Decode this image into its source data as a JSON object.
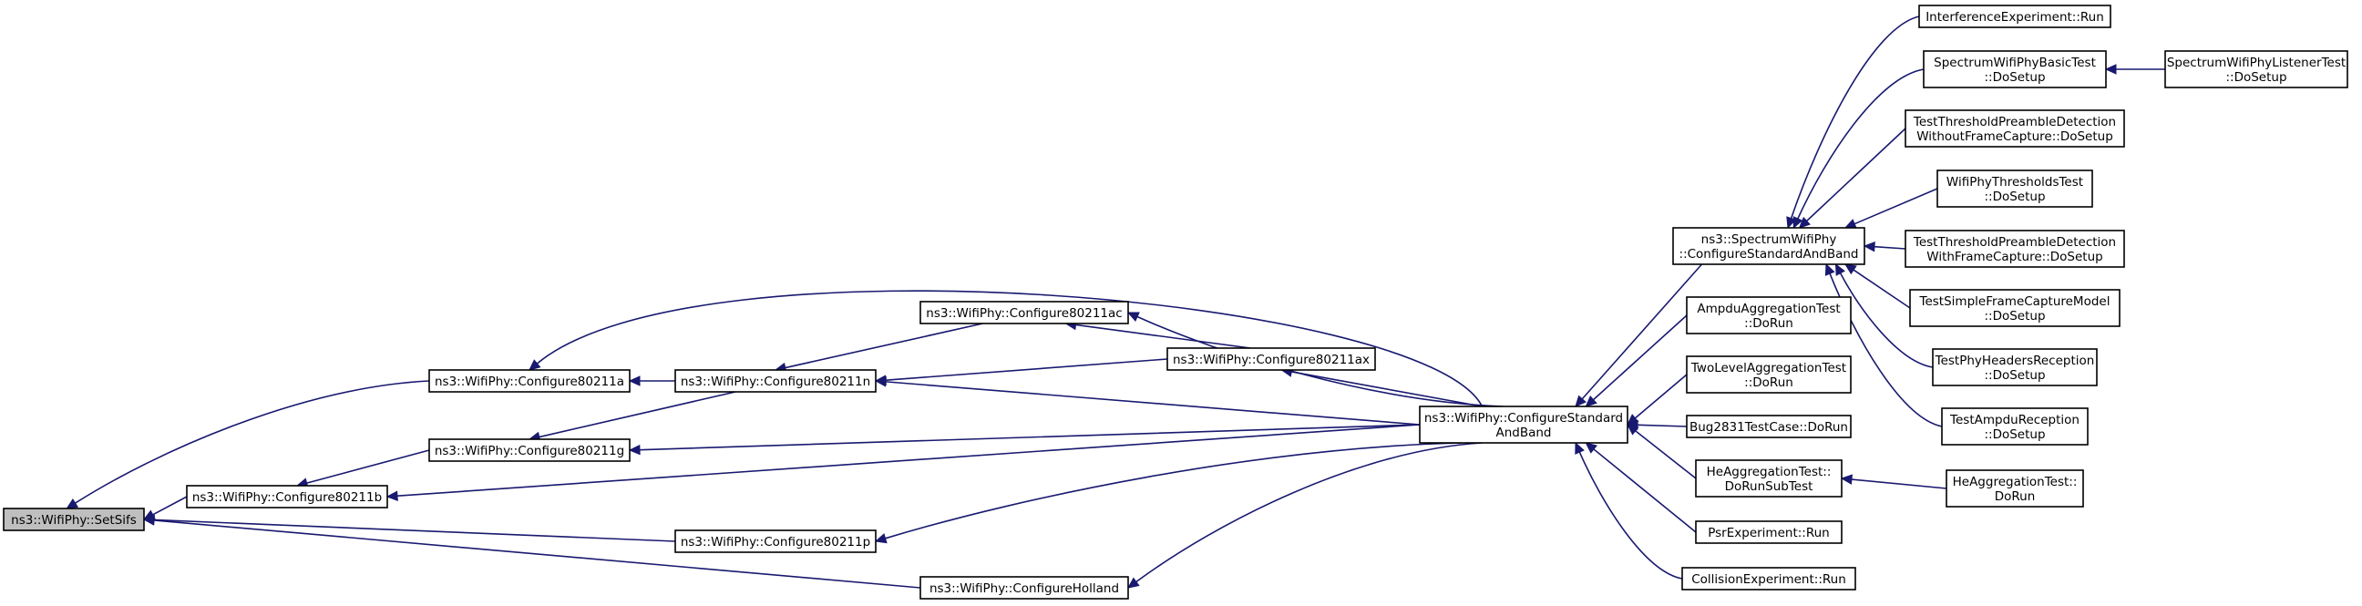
{
  "graph": {
    "nodes": [
      {
        "id": "setsifs",
        "lines": [
          "ns3::WifiPhy::SetSifs"
        ],
        "root": true
      },
      {
        "id": "c80211a",
        "lines": [
          "ns3::WifiPhy::Configure80211a"
        ]
      },
      {
        "id": "c80211b",
        "lines": [
          "ns3::WifiPhy::Configure80211b"
        ]
      },
      {
        "id": "c80211g",
        "lines": [
          "ns3::WifiPhy::Configure80211g"
        ]
      },
      {
        "id": "c80211n",
        "lines": [
          "ns3::WifiPhy::Configure80211n"
        ]
      },
      {
        "id": "c80211ac",
        "lines": [
          "ns3::WifiPhy::Configure80211ac"
        ]
      },
      {
        "id": "c80211ax",
        "lines": [
          "ns3::WifiPhy::Configure80211ax"
        ]
      },
      {
        "id": "c80211p",
        "lines": [
          "ns3::WifiPhy::Configure80211p"
        ]
      },
      {
        "id": "cholland",
        "lines": [
          "ns3::WifiPhy::ConfigureHolland"
        ]
      },
      {
        "id": "csab",
        "lines": [
          "ns3::WifiPhy::ConfigureStandard",
          "AndBand"
        ]
      },
      {
        "id": "spectrum",
        "lines": [
          "ns3::SpectrumWifiPhy",
          "::ConfigureStandardAndBand"
        ]
      },
      {
        "id": "ampdu",
        "lines": [
          "AmpduAggregationTest",
          "::DoRun"
        ]
      },
      {
        "id": "twolevel",
        "lines": [
          "TwoLevelAggregationTest",
          "::DoRun"
        ]
      },
      {
        "id": "bug2831",
        "lines": [
          "Bug2831TestCase::DoRun"
        ]
      },
      {
        "id": "heagg_sub",
        "lines": [
          "HeAggregationTest::",
          "DoRunSubTest"
        ]
      },
      {
        "id": "psr",
        "lines": [
          "PsrExperiment::Run"
        ]
      },
      {
        "id": "collision",
        "lines": [
          "CollisionExperiment::Run"
        ]
      },
      {
        "id": "heagg_run",
        "lines": [
          "HeAggregationTest::",
          "DoRun"
        ]
      },
      {
        "id": "interference",
        "lines": [
          "InterferenceExperiment::Run"
        ]
      },
      {
        "id": "spectrumbasic",
        "lines": [
          "SpectrumWifiPhyBasicTest",
          "::DoSetup"
        ]
      },
      {
        "id": "spectrumlistener",
        "lines": [
          "SpectrumWifiPhyListenerTest",
          "::DoSetup"
        ]
      },
      {
        "id": "tpd_without",
        "lines": [
          "TestThresholdPreambleDetection",
          "WithoutFrameCapture::DoSetup"
        ]
      },
      {
        "id": "thresholds",
        "lines": [
          "WifiPhyThresholdsTest",
          "::DoSetup"
        ]
      },
      {
        "id": "tpd_with",
        "lines": [
          "TestThresholdPreambleDetection",
          "WithFrameCapture::DoSetup"
        ]
      },
      {
        "id": "simplecapture",
        "lines": [
          "TestSimpleFrameCaptureModel",
          "::DoSetup"
        ]
      },
      {
        "id": "phyheaders",
        "lines": [
          "TestPhyHeadersReception",
          "::DoSetup"
        ]
      },
      {
        "id": "ampdureception",
        "lines": [
          "TestAmpduReception",
          "::DoSetup"
        ]
      }
    ],
    "edges": [
      {
        "from": "c80211a",
        "to": "setsifs"
      },
      {
        "from": "c80211b",
        "to": "setsifs"
      },
      {
        "from": "c80211p",
        "to": "setsifs"
      },
      {
        "from": "cholland",
        "to": "setsifs"
      },
      {
        "from": "c80211n",
        "to": "c80211a"
      },
      {
        "from": "csab",
        "to": "c80211a"
      },
      {
        "from": "c80211g",
        "to": "c80211b"
      },
      {
        "from": "csab",
        "to": "c80211b"
      },
      {
        "from": "c80211n",
        "to": "c80211g"
      },
      {
        "from": "csab",
        "to": "c80211g"
      },
      {
        "from": "c80211ac",
        "to": "c80211n"
      },
      {
        "from": "c80211ax",
        "to": "c80211n"
      },
      {
        "from": "csab",
        "to": "c80211n"
      },
      {
        "from": "c80211ax",
        "to": "c80211ac"
      },
      {
        "from": "csab",
        "to": "c80211ac"
      },
      {
        "from": "csab",
        "to": "c80211ax"
      },
      {
        "from": "csab",
        "to": "c80211p"
      },
      {
        "from": "csab",
        "to": "cholland"
      },
      {
        "from": "spectrum",
        "to": "csab"
      },
      {
        "from": "ampdu",
        "to": "csab"
      },
      {
        "from": "twolevel",
        "to": "csab"
      },
      {
        "from": "bug2831",
        "to": "csab"
      },
      {
        "from": "heagg_sub",
        "to": "csab"
      },
      {
        "from": "psr",
        "to": "csab"
      },
      {
        "from": "collision",
        "to": "csab"
      },
      {
        "from": "heagg_run",
        "to": "heagg_sub"
      },
      {
        "from": "interference",
        "to": "spectrum"
      },
      {
        "from": "spectrumbasic",
        "to": "spectrum"
      },
      {
        "from": "tpd_without",
        "to": "spectrum"
      },
      {
        "from": "thresholds",
        "to": "spectrum"
      },
      {
        "from": "tpd_with",
        "to": "spectrum"
      },
      {
        "from": "simplecapture",
        "to": "spectrum"
      },
      {
        "from": "phyheaders",
        "to": "spectrum"
      },
      {
        "from": "ampdureception",
        "to": "spectrum"
      },
      {
        "from": "spectrumlistener",
        "to": "spectrumbasic"
      }
    ]
  },
  "colors": {
    "edge": "#191970",
    "node_border": "#000000",
    "node_fill": "#ffffff",
    "root_fill": "#bfbfbf"
  }
}
